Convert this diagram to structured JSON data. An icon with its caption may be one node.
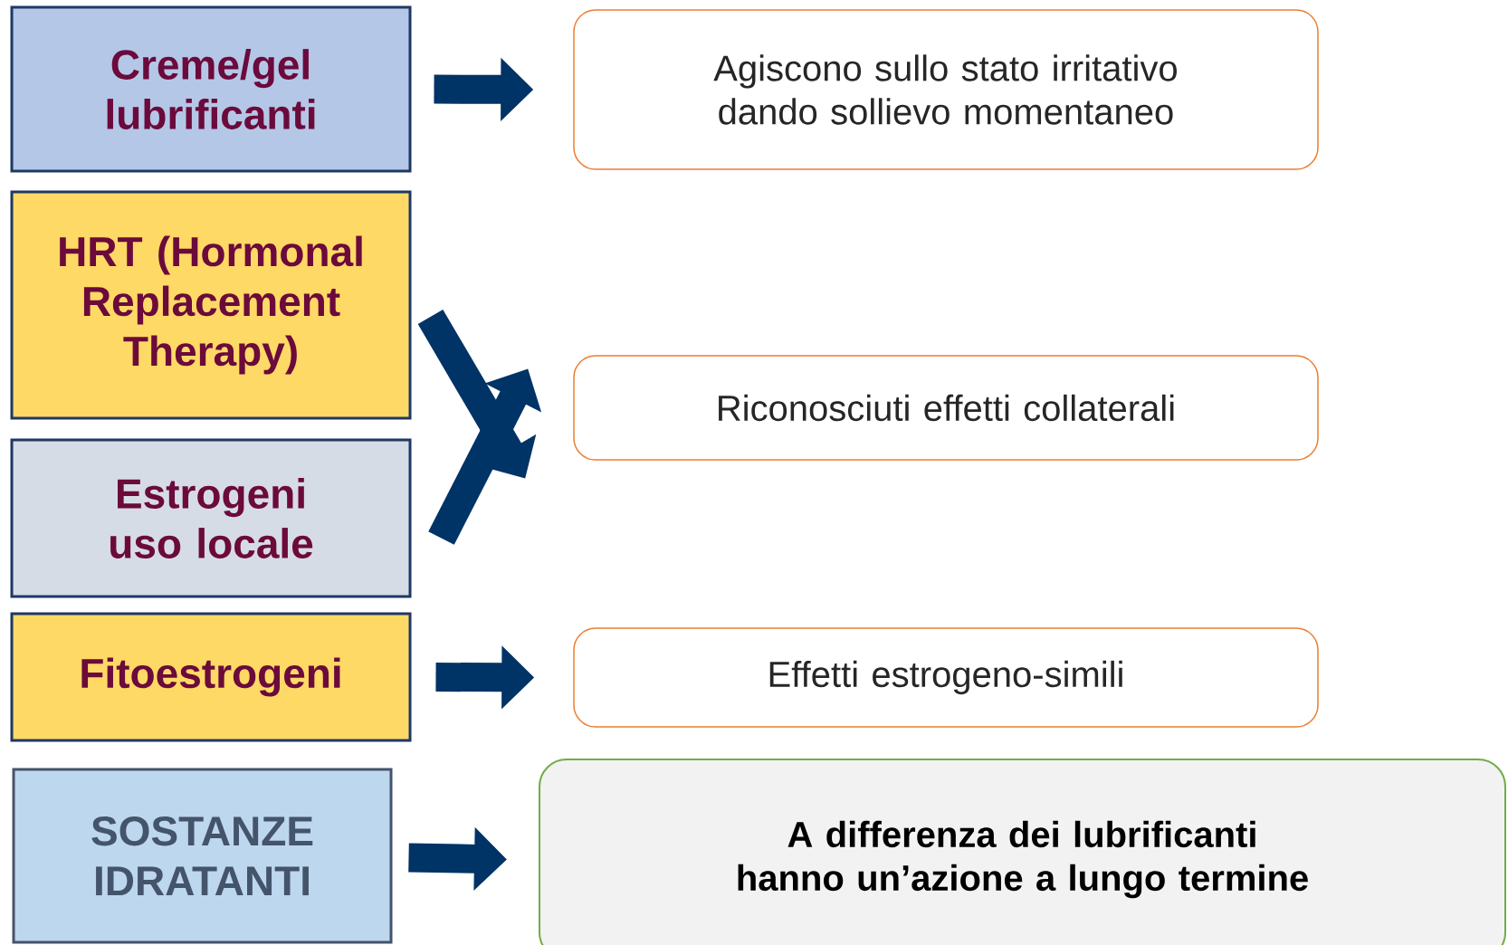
{
  "diagram": {
    "nodes": [
      {
        "text": [
          "Creme/gel lubrificanti"
        ]
      },
      {
        "text": [
          "Agiscono sullo stato irritativo dando sollievo momentaneo"
        ]
      },
      {
        "text": [
          "HRT (Hormonal Replacement Therapy)"
        ]
      },
      {
        "text": [
          "Riconosciuti effetti collaterali"
        ]
      },
      {
        "text": [
          "Estrogeni uso locale"
        ]
      },
      {
        "text": [
          "Fitoestrogeni"
        ]
      },
      {
        "text": [
          "Effetti estrogeno-simili"
        ]
      },
      {
        "text": [
          "SOSTANZE IDRATANTI"
        ]
      },
      {
        "text": [
          "A differenza dei lubrificanti hanno un’azione a lungo termine"
        ]
      }
    ],
    "edges": [
      {
        "from": 0,
        "to": 1,
        "arrow": "to"
      },
      {
        "from": 2,
        "to": 3,
        "arrow": "to"
      },
      {
        "from": 4,
        "to": 3,
        "arrow": "to"
      },
      {
        "from": 5,
        "to": 6,
        "arrow": "to"
      },
      {
        "from": 7,
        "to": 8,
        "arrow": "to"
      }
    ]
  }
}
